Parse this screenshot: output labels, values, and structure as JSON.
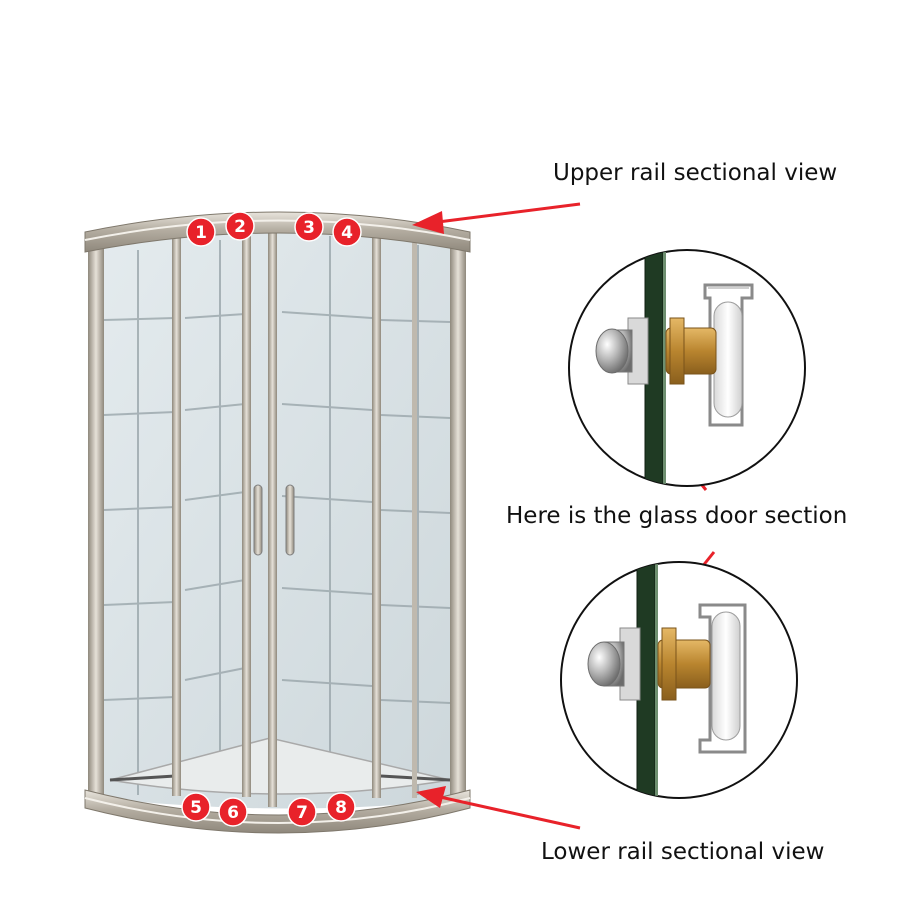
{
  "labels": {
    "upper": "Upper rail sectional view",
    "glass": "Here is the glass door section",
    "lower": "Lower rail sectional view"
  },
  "badges": [
    "1",
    "2",
    "3",
    "4",
    "5",
    "6",
    "7",
    "8"
  ],
  "colors": {
    "accent": "#e8222a",
    "frame": "#b9b2a6",
    "glass": "#d9e2e6",
    "glass_edge": "#1f3a23",
    "brass": "#c7963f",
    "roller": "#f4f4f4"
  }
}
